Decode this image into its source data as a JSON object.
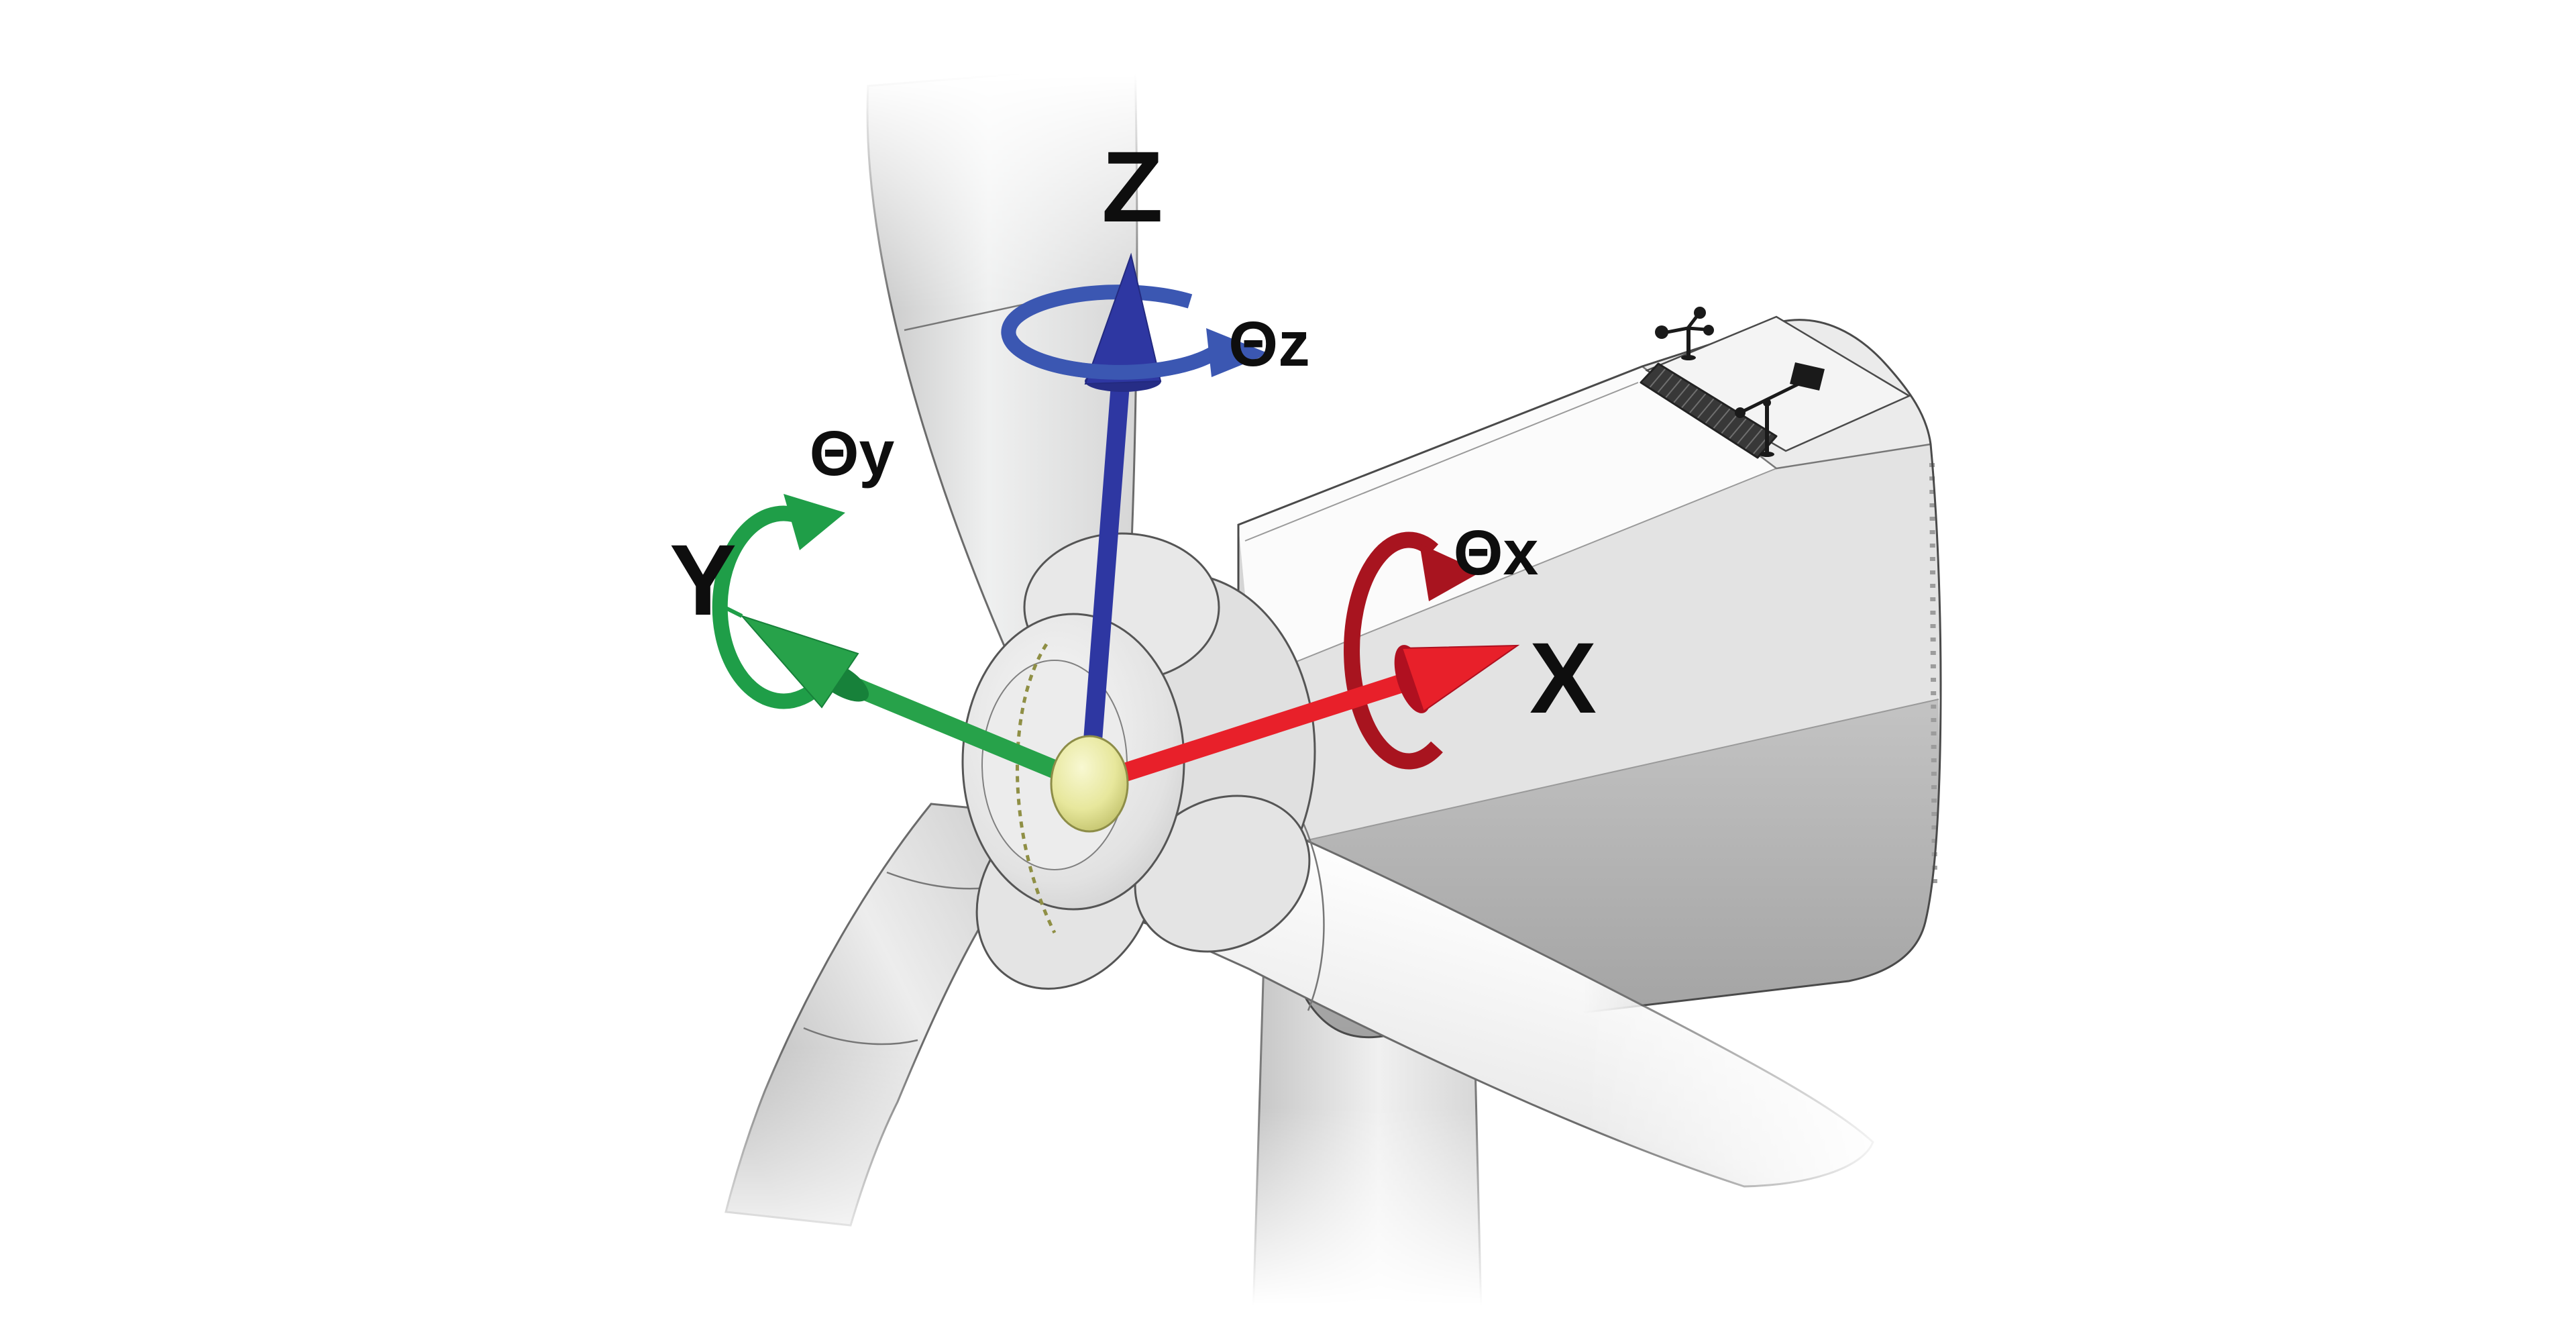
{
  "diagram": {
    "type": "wind-turbine-coordinate-system",
    "axes": {
      "x": {
        "label": "X",
        "rotation_label": "Θx",
        "color": "#e8202a",
        "rotation_color": "#a8141f"
      },
      "y": {
        "label": "Y",
        "rotation_label": "Θy",
        "color": "#27a24a",
        "rotation_color": "#1f9e48"
      },
      "z": {
        "label": "Z",
        "rotation_label": "Θz",
        "color": "#2e37a2",
        "rotation_color": "#3b57b2"
      }
    },
    "origin_marker_color": "#e9e99f",
    "label_color": "#0e0e0e",
    "background_color": "#ffffff",
    "illustration_parts": [
      "nacelle",
      "hub",
      "rotor-blade-up",
      "rotor-blade-lower-left",
      "rotor-blade-lower-right",
      "tower",
      "vent-louver",
      "anemometer",
      "wind-vane"
    ]
  }
}
